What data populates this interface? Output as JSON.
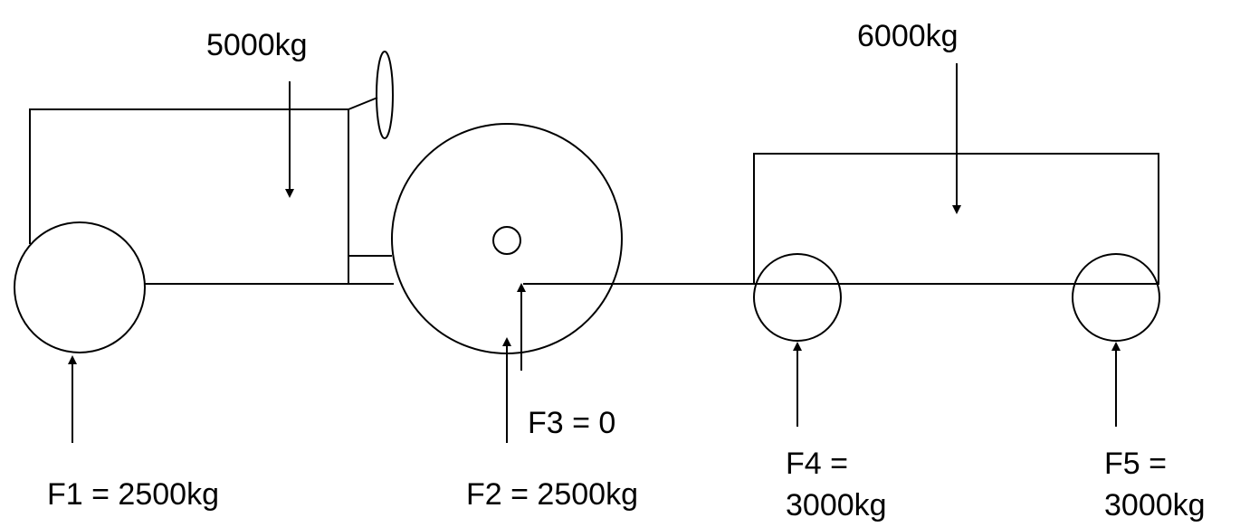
{
  "labels": {
    "tractor_load": "5000kg",
    "trailer_load": "6000kg",
    "f1": "F1 = 2500kg",
    "f2": "F2 = 2500kg",
    "f3": "F3 = 0",
    "f4_line1": "F4 =",
    "f4_line2": "3000kg",
    "f5_line1": "F5 =",
    "f5_line2": "3000kg"
  },
  "colors": {
    "stroke": "#000000",
    "background": "#ffffff"
  }
}
